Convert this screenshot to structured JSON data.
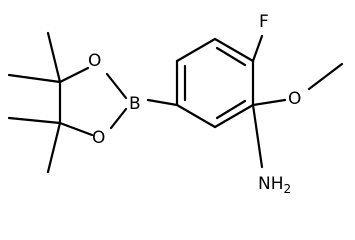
{
  "labels": {
    "boron": "B",
    "oxygen_top": "O",
    "oxygen_bottom": "O",
    "fluorine": "F",
    "oxygen_methoxy": "O",
    "nitrogen": "N",
    "hydrogen": "H",
    "hydrogen_count": "2"
  },
  "colors": {
    "ink": "#000000",
    "background": "#ffffff"
  }
}
